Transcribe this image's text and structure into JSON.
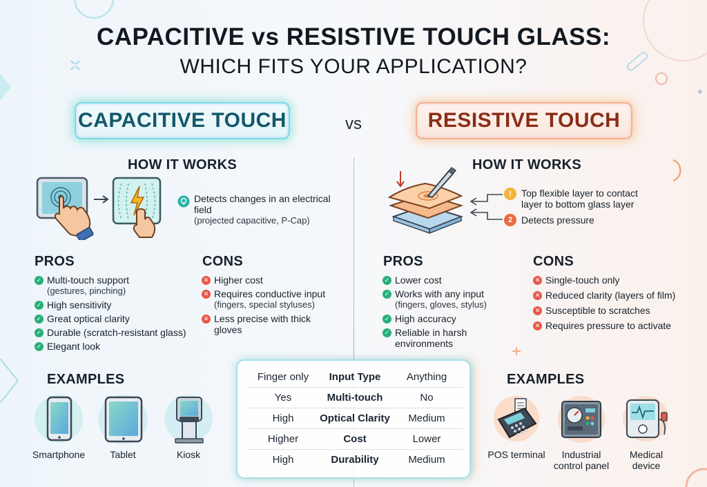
{
  "title_line1": "CAPACITIVE vs RESISTIVE TOUCH GLASS:",
  "title_line2": "WHICH FITS YOUR APPLICATION?",
  "vs": "vs",
  "capacitive": {
    "banner": "CAPACITIVE TOUCH",
    "how_heading": "HOW IT WORKS",
    "how_text": "Detects changes in an electrical field",
    "how_sub": "(projected capacitive, P-Cap)",
    "pros_heading": "PROS",
    "pros": [
      {
        "text": "Multi-touch support",
        "sub": "(gestures, pinching)"
      },
      {
        "text": "High sensitivity",
        "sub": ""
      },
      {
        "text": "Great optical clarity",
        "sub": ""
      },
      {
        "text": "Durable (scratch-resistant glass)",
        "sub": ""
      },
      {
        "text": "Elegant look",
        "sub": ""
      }
    ],
    "cons_heading": "CONS",
    "cons": [
      {
        "text": "Higher cost",
        "sub": ""
      },
      {
        "text": "Requires conductive input",
        "sub": "(fingers, special styluses)"
      },
      {
        "text": "Less precise with thick gloves",
        "sub": ""
      }
    ],
    "examples_heading": "EXAMPLES",
    "examples": [
      "Smartphone",
      "Tablet",
      "Kiosk"
    ]
  },
  "resistive": {
    "banner": "RESISTIVE TOUCH",
    "how_heading": "HOW IT WORKS",
    "how_step1": "Top flexible layer to contact layer to bottom glass layer",
    "how_step2": "Detects pressure",
    "how_badge1": "!",
    "how_badge2": "2",
    "pros_heading": "PROS",
    "pros": [
      {
        "text": "Lower cost",
        "sub": ""
      },
      {
        "text": "Works with any input",
        "sub": "(fingers, gloves, stylus)"
      },
      {
        "text": "High accuracy",
        "sub": ""
      },
      {
        "text": "Reliable in harsh environments",
        "sub": ""
      }
    ],
    "cons_heading": "CONS",
    "cons": [
      {
        "text": "Single-touch only",
        "sub": ""
      },
      {
        "text": "Reduced clarity (layers of film)",
        "sub": ""
      },
      {
        "text": "Susceptible to scratches",
        "sub": ""
      },
      {
        "text": "Requires pressure to activate",
        "sub": ""
      }
    ],
    "examples_heading": "EXAMPLES",
    "examples": [
      "POS terminal",
      "Industrial control panel",
      "Medical device"
    ]
  },
  "comparison": [
    {
      "left": "Finger only",
      "label": "Input Type",
      "right": "Anything"
    },
    {
      "left": "Yes",
      "label": "Multi-touch",
      "right": "No"
    },
    {
      "left": "High",
      "label": "Optical Clarity",
      "right": "Medium"
    },
    {
      "left": "Higher",
      "label": "Cost",
      "right": "Lower"
    },
    {
      "left": "High",
      "label": "Durability",
      "right": "Medium"
    }
  ],
  "colors": {
    "capacitive_accent": "#12586b",
    "resistive_accent": "#8a2d18",
    "pro_check": "#27b07a",
    "con_x": "#e8584a"
  }
}
